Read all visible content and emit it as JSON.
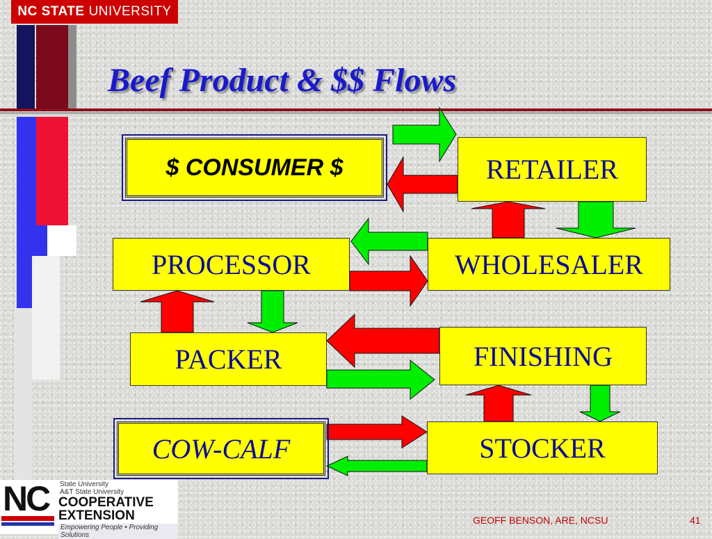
{
  "header": {
    "university_bold": "NC STATE",
    "university_rest": "UNIVERSITY"
  },
  "slide": {
    "title": "Beef Product & $$ Flows"
  },
  "diagram": {
    "nodes": {
      "consumer": "$ CONSUMER $",
      "retailer": "RETAILER",
      "processor": "PROCESSOR",
      "wholesaler": "WHOLESALER",
      "packer": "PACKER",
      "finishing": "FINISHING",
      "cow_calf": "COW-CALF",
      "stocker": "STOCKER"
    },
    "colors": {
      "box_fill": "#ffff00",
      "box_text": "#0b0b99",
      "product_arrow": "#ff0000",
      "money_arrow": "#00ee00"
    },
    "edges": [
      {
        "from": "retailer",
        "to": "consumer",
        "color": "red"
      },
      {
        "from": "consumer",
        "to": "retailer",
        "color": "green"
      },
      {
        "from": "wholesaler",
        "to": "retailer",
        "color": "red"
      },
      {
        "from": "retailer",
        "to": "wholesaler",
        "color": "green"
      },
      {
        "from": "processor",
        "to": "wholesaler",
        "color": "red"
      },
      {
        "from": "wholesaler",
        "to": "processor",
        "color": "green"
      },
      {
        "from": "packer",
        "to": "processor",
        "color": "red"
      },
      {
        "from": "processor",
        "to": "packer",
        "color": "green"
      },
      {
        "from": "finishing",
        "to": "packer",
        "color": "red"
      },
      {
        "from": "packer",
        "to": "finishing",
        "color": "green"
      },
      {
        "from": "stocker",
        "to": "finishing",
        "color": "red"
      },
      {
        "from": "finishing",
        "to": "stocker",
        "color": "green"
      },
      {
        "from": "cow_calf",
        "to": "stocker",
        "color": "red"
      },
      {
        "from": "stocker",
        "to": "cow_calf",
        "color": "green"
      }
    ]
  },
  "logo": {
    "mark": "NC",
    "line1": "State University",
    "line2": "A&T State University",
    "line3": "COOPERATIVE",
    "line4": "EXTENSION",
    "tagline": "Empowering People • Providing Solutions"
  },
  "footer": {
    "author": "GEOFF BENSON, ARE, NCSU",
    "page": "41"
  }
}
